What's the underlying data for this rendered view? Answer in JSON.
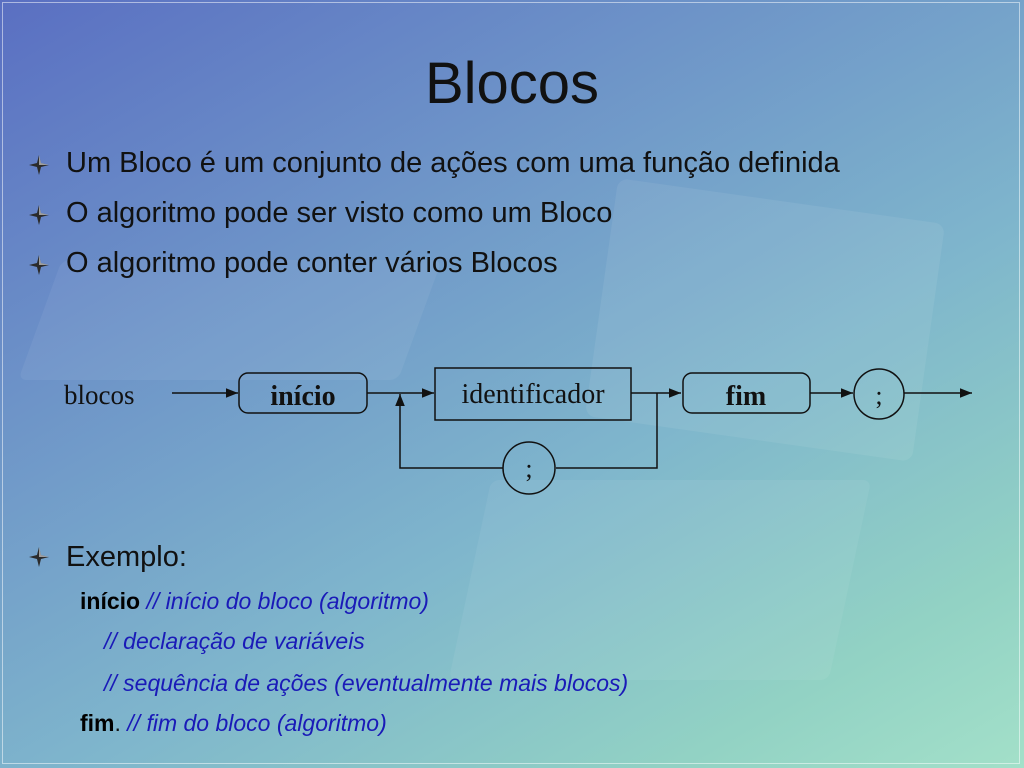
{
  "slide": {
    "title": "Blocos",
    "bullets": [
      "Um Bloco é um conjunto de ações com uma função definida",
      "O algoritmo pode ser visto como um Bloco",
      "O algoritmo pode conter vários Blocos"
    ]
  },
  "diagram": {
    "rule_name": "blocos",
    "start_keyword": "início",
    "identifier": "identificador",
    "loop_separator": ";",
    "end_keyword": "fim",
    "terminator": ";"
  },
  "example": {
    "label": "Exemplo:",
    "lines": [
      {
        "keyword": "início",
        "comment": "// início do bloco (algoritmo)"
      },
      {
        "keyword": "",
        "comment": "// declaração de variáveis"
      },
      {
        "keyword": "",
        "comment": "// sequência de ações (eventualmente mais blocos)"
      },
      {
        "keyword": "fim",
        "punct": ".",
        "comment": "// fim do bloco (algoritmo)"
      }
    ]
  },
  "colors": {
    "bullet": "#2b2b2b",
    "comment": "#1a1ab8",
    "text": "#111111"
  }
}
